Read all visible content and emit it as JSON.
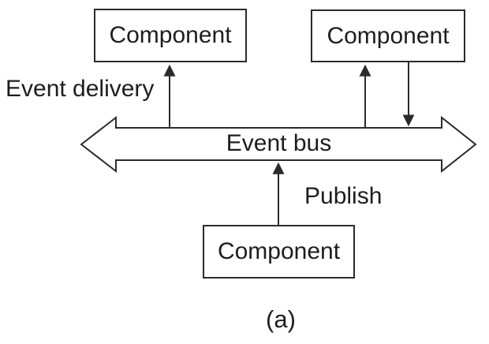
{
  "diagram": {
    "nodes": {
      "component_top_left": "Component",
      "component_top_right": "Component",
      "component_bottom": "Component"
    },
    "bus": {
      "label": "Event bus"
    },
    "annotations": {
      "event_delivery": "Event delivery",
      "publish": "Publish"
    },
    "caption": "(a)",
    "connections": [
      {
        "from": "event-bus",
        "to": "component-top-left",
        "direction": "up",
        "meaning": "event delivery"
      },
      {
        "from": "event-bus",
        "to": "component-top-right",
        "direction": "up",
        "meaning": "event delivery"
      },
      {
        "from": "component-top-right",
        "to": "event-bus",
        "direction": "down",
        "meaning": "publish"
      },
      {
        "from": "component-bottom",
        "to": "event-bus",
        "direction": "up",
        "meaning": "publish"
      }
    ],
    "colors": {
      "line": "#2b2b2b",
      "text": "#1d1d1d",
      "background": "#ffffff"
    }
  }
}
